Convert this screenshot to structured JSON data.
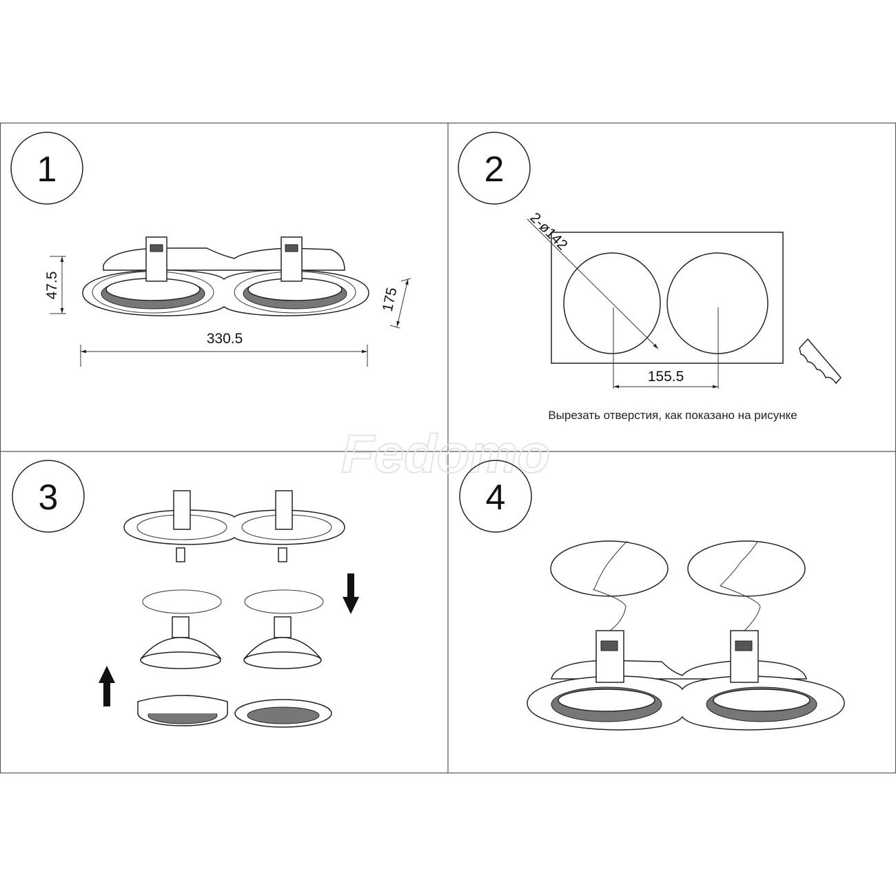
{
  "steps": [
    {
      "number": "1",
      "dims": {
        "height": "47.5",
        "width": "330.5",
        "depth": "175"
      }
    },
    {
      "number": "2",
      "dims": {
        "diameter": "2-ø142",
        "spacing": "155.5"
      },
      "caption": "Вырезать отверстия, как показано на рисунке"
    },
    {
      "number": "3"
    },
    {
      "number": "4"
    }
  ],
  "watermark": "Fedomo"
}
